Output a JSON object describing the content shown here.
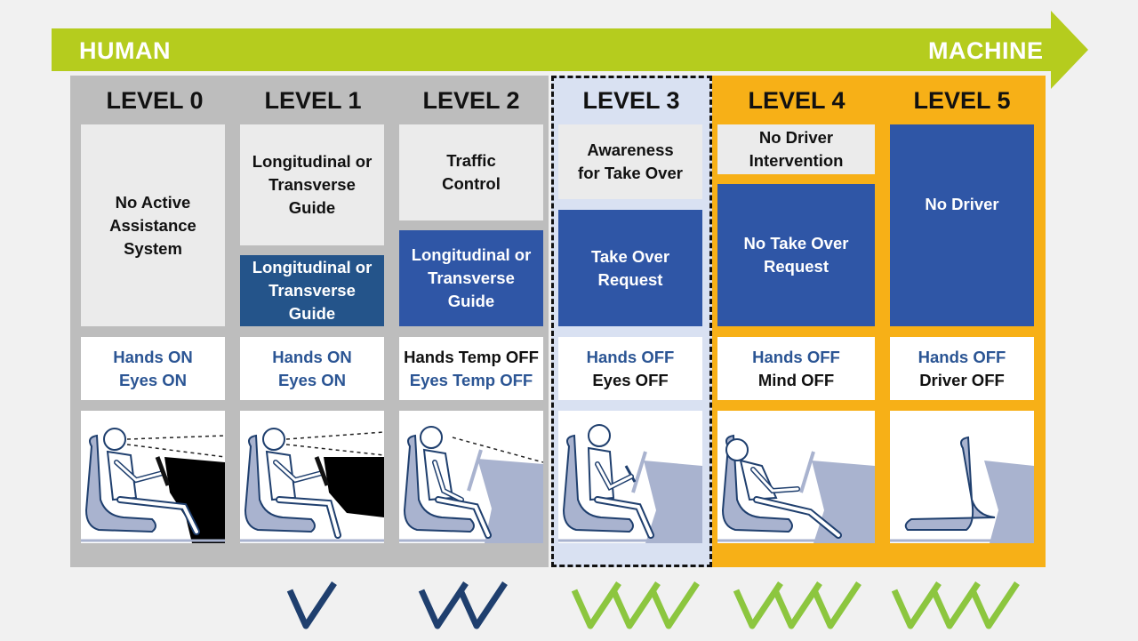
{
  "arrow": {
    "left_label": "HUMAN",
    "right_label": "MACHINE",
    "color": "#b5cc1e"
  },
  "colors": {
    "gray_panel": "#bdbdbd",
    "level3_panel": "#d9e1f2",
    "orange_panel": "#f7b017",
    "box_blue": "#2f56a6",
    "box_dark_blue": "#24548a",
    "text_blue": "#2b5594",
    "check_dark": "#1f3f6e",
    "check_green": "#8cc63f"
  },
  "levels": [
    {
      "title": "LEVEL 0",
      "boxes": [
        "No Active\nAssistance\nSystem"
      ],
      "hands": "Hands ON",
      "eyes": "Eyes ON",
      "scene": "manual-driving-illustration",
      "checks": 0
    },
    {
      "title": "LEVEL 1",
      "boxes": [
        "Longitudinal or\nTransverse\nGuide",
        "Longitudinal or\nTransverse\nGuide"
      ],
      "hands": "Hands ON",
      "eyes": "Eyes ON",
      "scene": "assisted-driving-illustration",
      "checks": 1
    },
    {
      "title": "LEVEL 2",
      "boxes": [
        "Traffic\nControl",
        "Longitudinal or\nTransverse\nGuide"
      ],
      "hands": "Hands Temp OFF",
      "eyes": "Eyes Temp OFF",
      "scene": "partial-automation-illustration",
      "checks": 2
    },
    {
      "title": "LEVEL 3",
      "boxes": [
        "Awareness\nfor Take Over",
        "Take Over\nRequest"
      ],
      "hands": "Hands OFF",
      "eyes": "Eyes OFF",
      "scene": "conditional-automation-illustration",
      "checks": 3
    },
    {
      "title": "LEVEL 4",
      "boxes": [
        "No Driver\nIntervention",
        "No Take Over\nRequest"
      ],
      "hands": "Hands OFF",
      "eyes": "Mind OFF",
      "scene": "high-automation-illustration",
      "checks": 3
    },
    {
      "title": "LEVEL 5",
      "boxes": [
        "No Driver"
      ],
      "hands": "Hands OFF",
      "eyes": "Driver OFF",
      "scene": "full-automation-illustration",
      "checks": 3
    }
  ]
}
